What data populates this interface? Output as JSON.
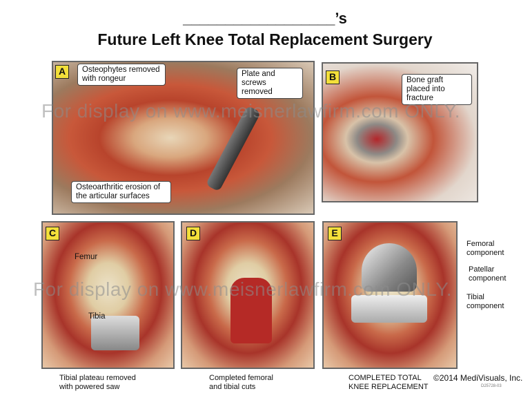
{
  "header": {
    "name_line": "__________________’s",
    "title": "Future Left Knee Total Replacement Surgery"
  },
  "watermark": "For display on www.meisnerlawfirm.com ONLY.",
  "panels": {
    "a": {
      "badge": "A",
      "label1": "Osteophytes removed with rongeur",
      "label2": "Plate and screws removed",
      "label3": "Osteoarthritic erosion of the articular surfaces"
    },
    "b": {
      "badge": "B",
      "label1": "Bone graft placed into fracture"
    },
    "c": {
      "badge": "C",
      "femur": "Femur",
      "tibia": "Tibia",
      "caption": "Tibial plateau removed with powered saw"
    },
    "d": {
      "badge": "D",
      "caption": "Completed femoral and tibial cuts"
    },
    "e": {
      "badge": "E",
      "femoral": "Femoral component",
      "patellar": "Patellar component",
      "tibial": "Tibial component",
      "caption": "COMPLETED TOTAL KNEE REPLACEMENT"
    }
  },
  "footer": {
    "copyright": "©2014 MediVisuals, Inc.",
    "code": "D25728-03"
  }
}
